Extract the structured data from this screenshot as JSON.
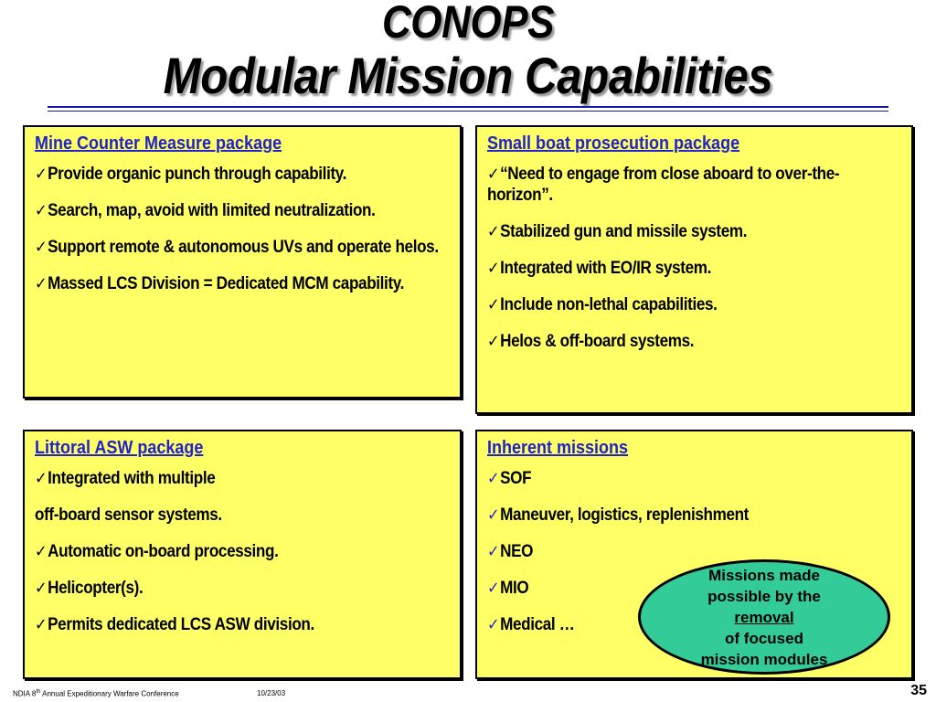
{
  "title": {
    "line1": "CONOPS",
    "line2": "Modular Mission Capabilities"
  },
  "boxes": {
    "mcm": {
      "heading": "Mine Counter Measure package",
      "items": [
        "Provide organic punch through capability.",
        "Search, map, avoid with limited neutralization.",
        "Support remote & autonomous UVs  and operate helos.",
        "Massed LCS Division = Dedicated MCM capability."
      ]
    },
    "sbp": {
      "heading": "Small boat prosecution package",
      "items": [
        "“Need to engage from close aboard to over-the-horizon”.",
        "Stabilized gun and missile system.",
        "Integrated with EO/IR system.",
        "Include non-lethal capabilities.",
        "Helos & off-board systems."
      ]
    },
    "asw": {
      "heading": "Littoral ASW package",
      "items": [
        "Integrated with multiple",
        "off-board sensor systems.",
        "Automatic on-board processing.",
        "Helicopter(s).",
        "Permits dedicated LCS ASW division."
      ]
    },
    "inherent": {
      "heading": "Inherent missions",
      "items": [
        "SOF",
        "Maneuver, logistics, replenishment",
        "NEO",
        "MIO",
        "Medical …"
      ]
    }
  },
  "check_glyph": "✓",
  "callout": {
    "line1": "Missions made",
    "line2": "possible by the",
    "line3_underlined": "removal",
    "line3_rest": " of focused",
    "line4": "mission  modules",
    "fill_color": "#33cc99"
  },
  "footer": {
    "conference_prefix": "NDIA 8",
    "conference_sup": "th",
    "conference_suffix": " Annual Expeditionary Warfare Conference",
    "date": "10/23/03",
    "page_number": "35"
  },
  "colors": {
    "box_fill": "#ffff66",
    "heading": "#2222cc",
    "rule": "#1a1aaa"
  }
}
